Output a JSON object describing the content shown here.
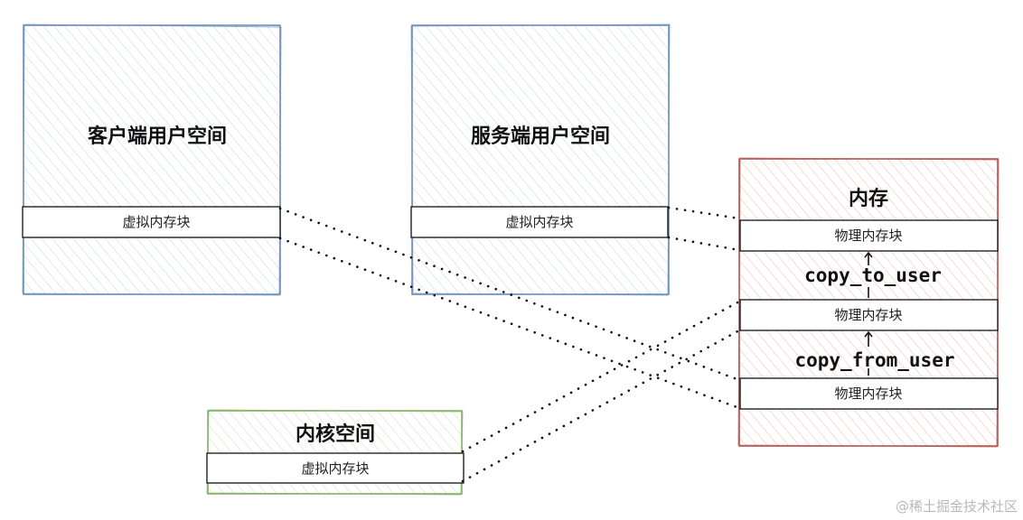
{
  "regions": {
    "client": {
      "title": "客户端用户空间",
      "block": "虚拟内存块",
      "stroke": "#6c8ebf",
      "fill": "#dae8fc"
    },
    "server": {
      "title": "服务端用户空间",
      "block": "虚拟内存块",
      "stroke": "#6c8ebf",
      "fill": "#dae8fc"
    },
    "kernel": {
      "title": "内核空间",
      "block": "虚拟内存块",
      "stroke": "#82b366",
      "fill": "#d5e8d4"
    },
    "memory": {
      "title": "内存",
      "stroke": "#b85450",
      "fill": "#f8cecc",
      "blocks": [
        "物理内存块",
        "物理内存块",
        "物理内存块"
      ]
    }
  },
  "copy_ops": {
    "to_user": "copy_to_user",
    "from_user": "copy_from_user"
  },
  "watermark": "@稀土掘金技术社区"
}
